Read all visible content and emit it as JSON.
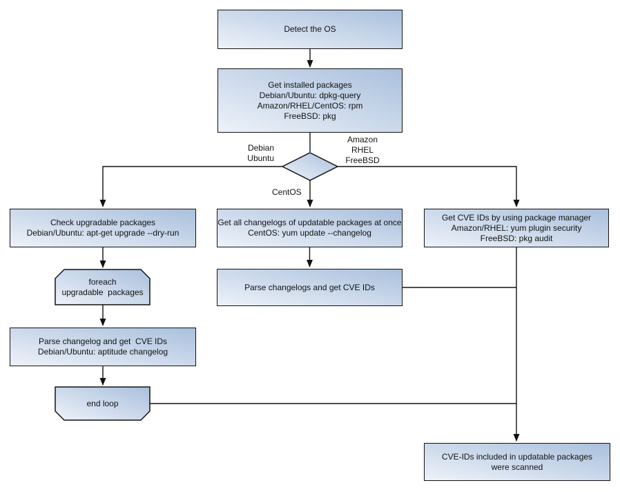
{
  "colors": {
    "node_gradient_light": "#eef2f9",
    "node_gradient_dark": "#a9c0dd",
    "node_border": "#111111",
    "connector": "#111111",
    "text": "#111111",
    "background": "#ffffff"
  },
  "nodes": {
    "detect_os": "Detect the OS",
    "get_installed_packages": "Get installed packages\nDebian/Ubuntu: dpkg-query\nAmazon/RHEL/CentOS: rpm\nFreeBSD: pkg",
    "check_upgradable": "Check upgradable packages\nDebian/Ubuntu: apt-get upgrade --dry-run",
    "foreach_loop": "foreach\nupgradable  packages",
    "parse_changelog_left": "Parse changelog and get  CVE IDs\nDebian/Ubuntu: aptitude changelog",
    "end_loop": "end loop",
    "get_all_changelogs": "Get all changelogs of updatable packages at once\nCentOS: yum update --changelog",
    "parse_changelogs_mid": "Parse changelogs and get CVE IDs",
    "get_cve_ids_pkg_mgr": "Get CVE IDs by using package manager\nAmazon/RHEL: yum plugin security\nFreeBSD: pkg audit",
    "cve_ids_scanned": "CVE-IDs included in updatable packages\nwere scanned"
  },
  "edge_labels": {
    "left_branch": "Debian\nUbuntu",
    "right_branch": "Amazon\nRHEL\nFreeBSD",
    "down_branch": "CentOS"
  }
}
